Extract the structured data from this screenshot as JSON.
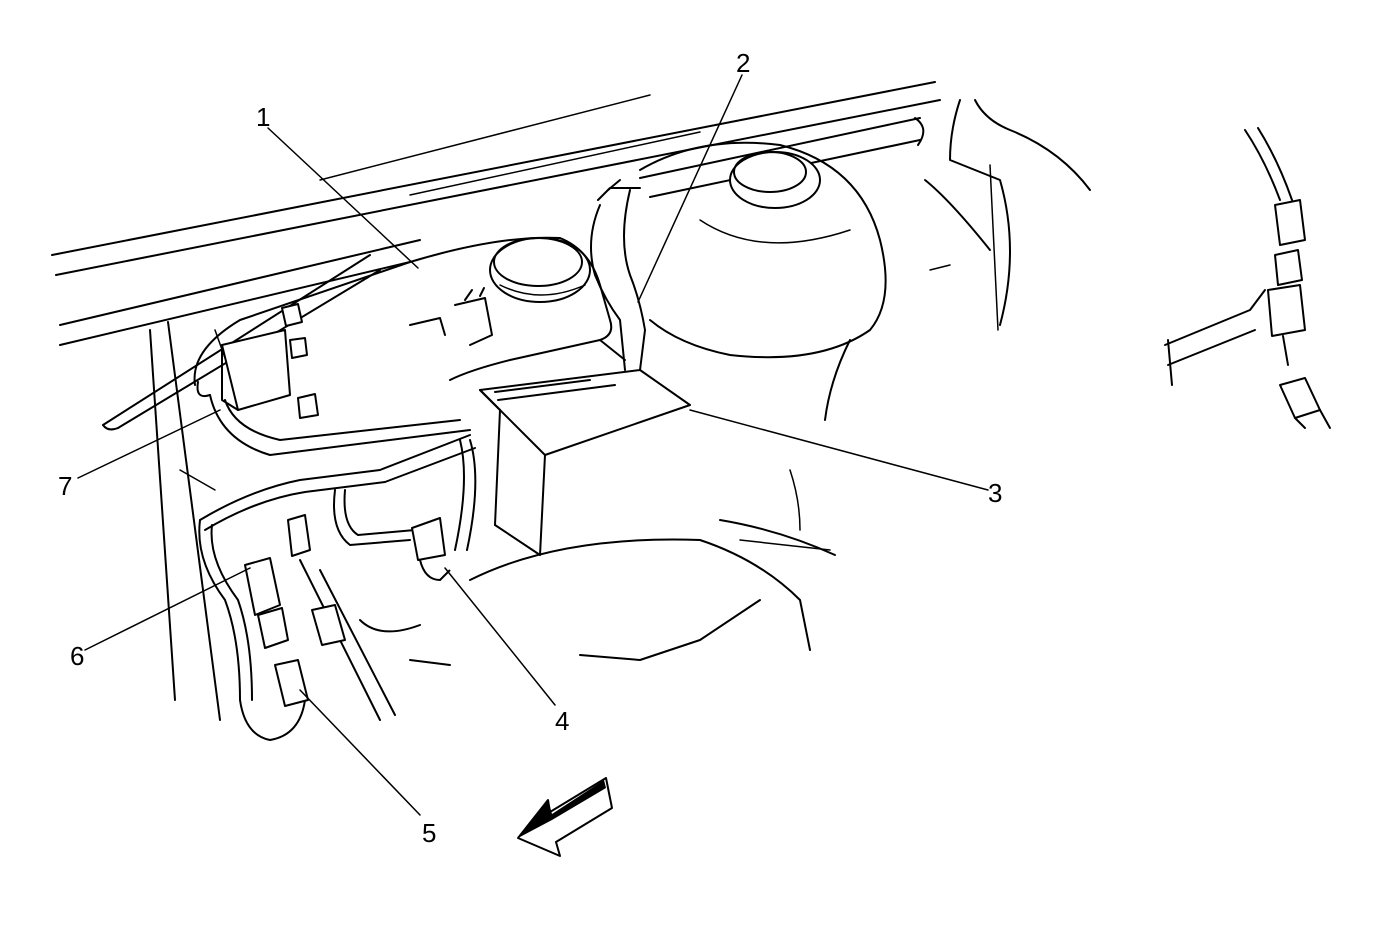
{
  "callouts": [
    {
      "id": "1",
      "label": "1"
    },
    {
      "id": "2",
      "label": "2"
    },
    {
      "id": "3",
      "label": "3"
    },
    {
      "id": "4",
      "label": "4"
    },
    {
      "id": "5",
      "label": "5"
    },
    {
      "id": "6",
      "label": "6"
    },
    {
      "id": "7",
      "label": "7"
    }
  ],
  "icons": {
    "direction_arrow": "front-direction-arrow-icon"
  }
}
